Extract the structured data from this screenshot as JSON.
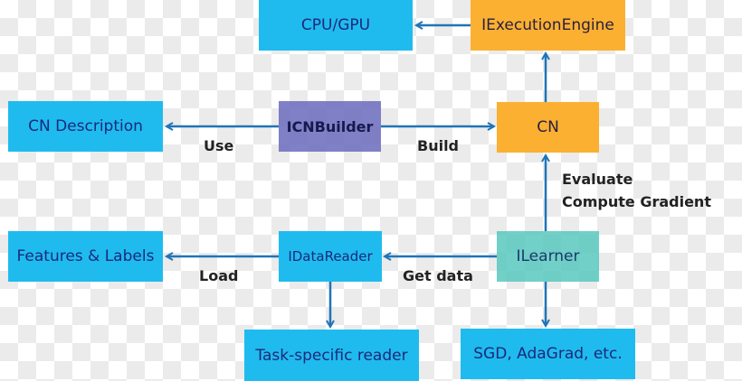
{
  "nodes": {
    "cpu_gpu": "CPU/GPU",
    "execution_engine": "IExecutionEngine",
    "cn_description": "CN Description",
    "cn_builder": "ICNBuilder",
    "cn": "CN",
    "features_labels": "Features & Labels",
    "data_reader": "IDataReader",
    "learner": "ILearner",
    "task_reader": "Task-specific reader",
    "optimizers": "SGD, AdaGrad, etc."
  },
  "edge_labels": {
    "use": "Use",
    "build": "Build",
    "evaluate_line1": "Evaluate",
    "evaluate_line2": "Compute Gradient",
    "load": "Load",
    "get_data": "Get data"
  },
  "colors": {
    "primary_box": "#1fbbef",
    "core_box": "#fbb032",
    "builder_box": "#6e6ebe",
    "learner_box": "#58c8be",
    "arrow": "#1f74b8"
  }
}
